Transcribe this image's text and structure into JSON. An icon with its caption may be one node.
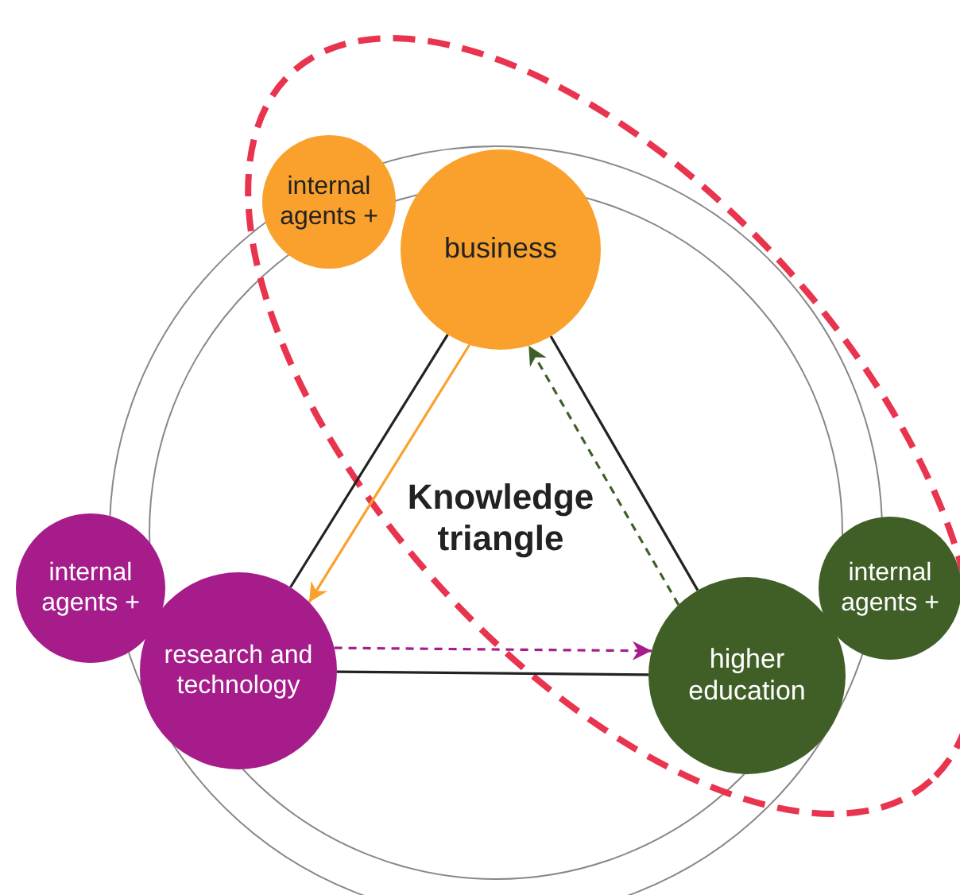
{
  "diagram": {
    "nodes": [
      {
        "text": [
          "internal agents +"
        ]
      },
      {
        "text": [
          "business"
        ]
      },
      {
        "text": [
          "internal agents +"
        ]
      },
      {
        "text": [
          "research and technology"
        ]
      },
      {
        "text": [
          "higher education"
        ]
      },
      {
        "text": [
          "internal agents +"
        ]
      }
    ],
    "edges": [
      {
        "from": 1,
        "to": 3,
        "arrow": "none"
      },
      {
        "from": 3,
        "to": 4,
        "arrow": "none"
      },
      {
        "from": 4,
        "to": 1,
        "arrow": "none"
      },
      {
        "from": 1,
        "to": 3,
        "arrow": "to",
        "color": "#f9a12c"
      },
      {
        "from": 3,
        "to": 4,
        "arrow": "to",
        "style": "dashed",
        "color": "#a51c8a"
      },
      {
        "from": 4,
        "to": 1,
        "arrow": "to",
        "style": "dashed",
        "color": "#3f5f27"
      }
    ],
    "labels": [
      "Knowledge triangle"
    ]
  }
}
